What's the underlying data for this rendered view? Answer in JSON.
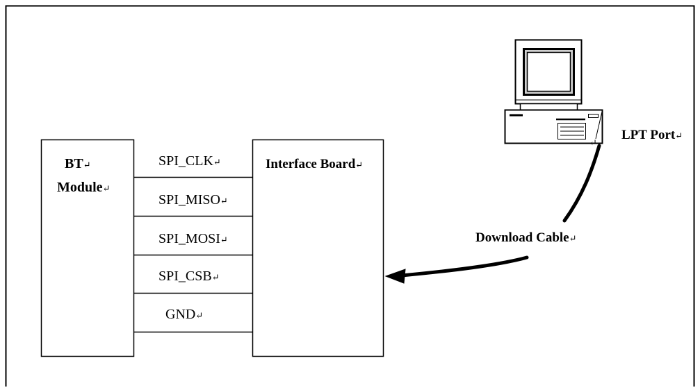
{
  "blocks": {
    "bt_module_line1": "BT",
    "bt_module_line2": "Module",
    "interface_board": "Interface Board"
  },
  "signals": [
    "SPI_CLK",
    "SPI_MISO",
    "SPI_MOSI",
    "SPI_CSB",
    "GND"
  ],
  "labels": {
    "lpt_port": "LPT Port",
    "download_cable": "Download Cable",
    "paragraph_mark": "↵"
  },
  "icons": {
    "computer": "desktop-computer-icon",
    "cable_arrow": "arrowhead-icon"
  },
  "colors": {
    "line": "#000000",
    "background": "#ffffff",
    "screen": "#cfcfcf"
  }
}
